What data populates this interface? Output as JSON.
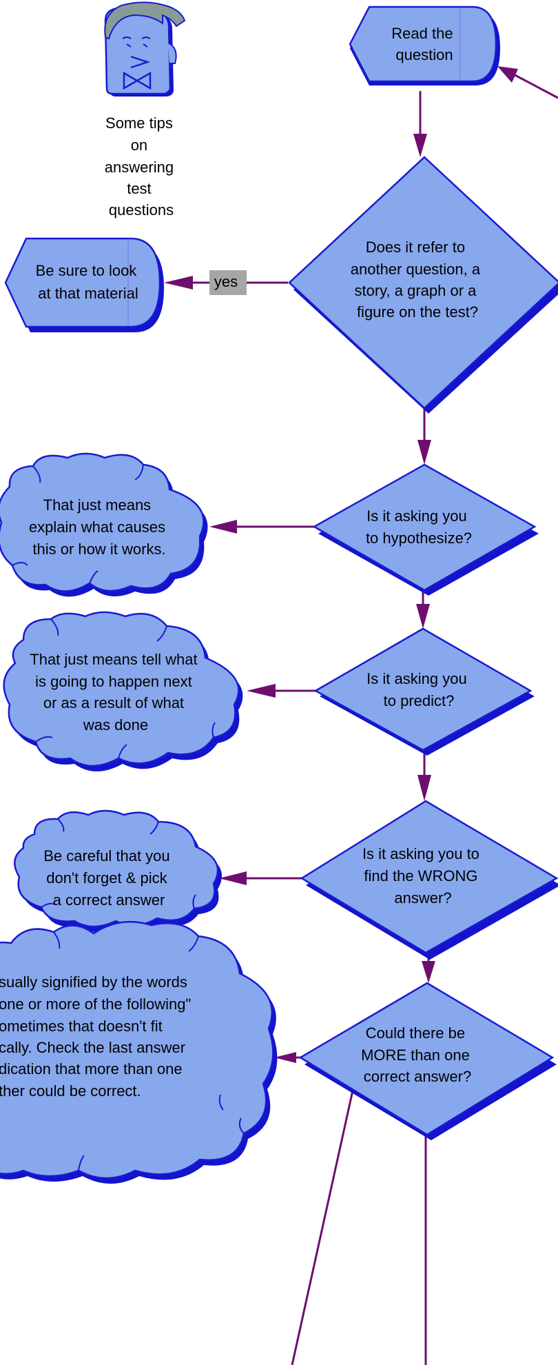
{
  "colors": {
    "shape_fill": "#88a8ee",
    "shape_stroke": "#1a1ad0",
    "shadow": "#1414cc",
    "connector": "#6e0e6e",
    "edge_label_bg": "#a6a6a6"
  },
  "mascot": {
    "icon": "cartoon-face-icon",
    "caption": [
      "Some tips",
      "on",
      "answering",
      "test",
      "questions"
    ]
  },
  "nodes": {
    "read_question": [
      "Read the",
      "question"
    ],
    "refers_other": [
      "Does it refer to",
      "another question, a",
      "story, a graph or a",
      "figure on the test?"
    ],
    "look_material": [
      "Be sure to look",
      "at that material"
    ],
    "hypothesize": [
      "Is it asking you",
      "to hypothesize?"
    ],
    "hypothesize_note": [
      "That just means",
      "explain what causes",
      "this or how it works."
    ],
    "predict": [
      "Is it asking you",
      "to predict?"
    ],
    "predict_note": [
      "That just means tell what",
      "is going to happen next",
      "or as a result of what",
      "was done"
    ],
    "wrong_answer": [
      "Is it asking you to",
      "find  the WRONG",
      "answer?"
    ],
    "wrong_note": [
      "Be careful that you",
      "don't forget & pick",
      "a correct answer"
    ],
    "more_than_one": [
      "Could there be",
      "MORE than one",
      "correct answer?"
    ],
    "more_note": [
      "sually signified by the words",
      "one or more of the following\"",
      "ometimes that doesn't fit",
      "cally.  Check the last answer",
      "dication that more than one",
      "ther could be correct."
    ]
  },
  "edge_labels": {
    "yes": "yes"
  }
}
